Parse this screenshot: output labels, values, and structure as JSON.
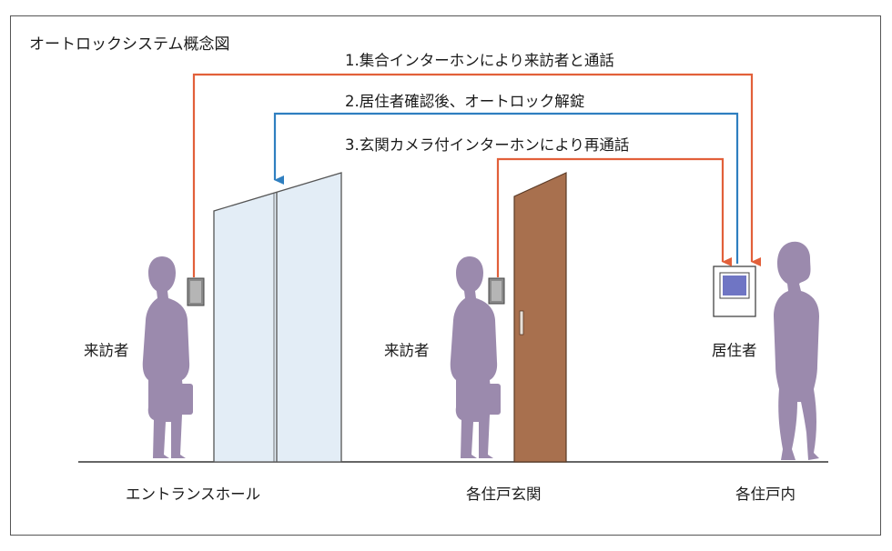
{
  "diagram": {
    "title": "オートロックシステム概念図",
    "steps": [
      "1.集合インターホンにより来訪者と通話",
      "2.居住者確認後、オートロック解錠",
      "3.玄関カメラ付インターホンにより再通話"
    ],
    "people": {
      "visitor_hall": "来訪者",
      "visitor_door": "来訪者",
      "resident": "居住者"
    },
    "locations": {
      "entrance_hall": "エントランスホール",
      "unit_entrance": "各住戸玄関",
      "unit_inside": "各住戸内"
    },
    "colors": {
      "step1_line": "#e2603a",
      "step2_line": "#2f7fc0",
      "step3_line": "#e2603a",
      "person": "#9b8aad",
      "glass_door": "#e3edf6",
      "wood_door": "#a8704e",
      "intercom": "#8a8a8a",
      "monitor_screen": "#6f75c4"
    }
  }
}
